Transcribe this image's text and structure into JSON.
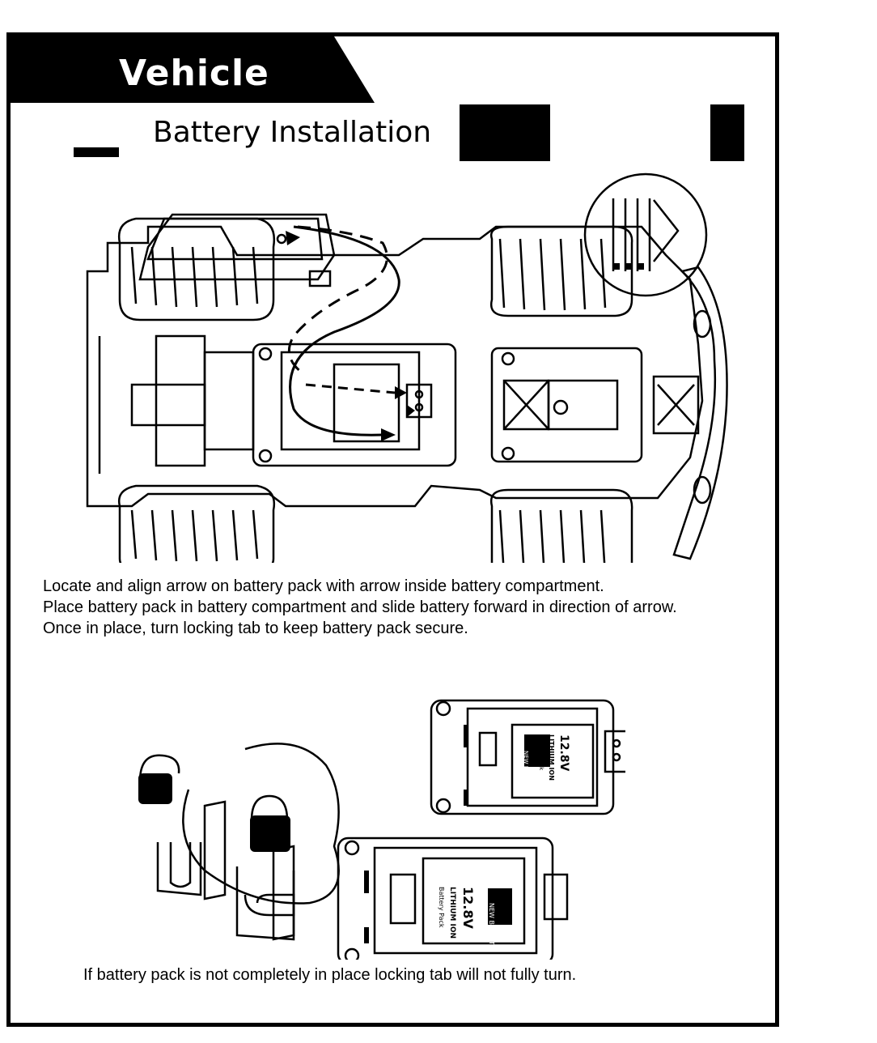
{
  "header": {
    "section_title": "Vehicle",
    "subtitle": "Battery Installation"
  },
  "instructions": [
    "Locate and align arrow on battery pack with arrow inside battery compartment.",
    "Place battery pack in battery compartment and slide battery forward in direction of arrow.",
    "Once in place, turn locking tab to keep battery pack secure."
  ],
  "battery_label": {
    "voltage": "12.8V",
    "chemistry": "LITHIUM ION",
    "name": "Battery Pack",
    "brand": "NEW BRIGHT"
  },
  "footnote": "If battery pack is not completely in place locking tab will not fully turn.",
  "colors": {
    "ink": "#000000",
    "paper": "#ffffff"
  }
}
